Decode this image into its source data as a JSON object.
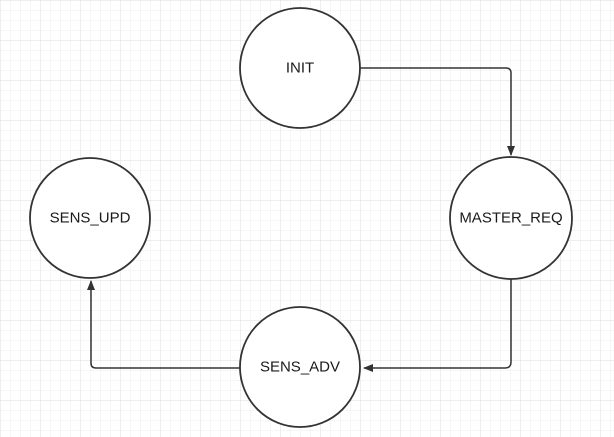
{
  "diagram": {
    "states": [
      {
        "id": "init",
        "label": "INIT"
      },
      {
        "id": "master-req",
        "label": "MASTER_REQ"
      },
      {
        "id": "sens-adv",
        "label": "SENS_ADV"
      },
      {
        "id": "sens-upd",
        "label": "SENS_UPD"
      }
    ],
    "transitions": [
      {
        "from": "INIT",
        "to": "MASTER_REQ"
      },
      {
        "from": "MASTER_REQ",
        "to": "SENS_ADV"
      },
      {
        "from": "SENS_ADV",
        "to": "SENS_UPD"
      }
    ],
    "colors": {
      "grid_minor": "#eeeeee",
      "grid_major": "#dddddd",
      "stroke": "#333333",
      "node_fill": "#ffffff",
      "text": "#1a1a1a"
    }
  }
}
